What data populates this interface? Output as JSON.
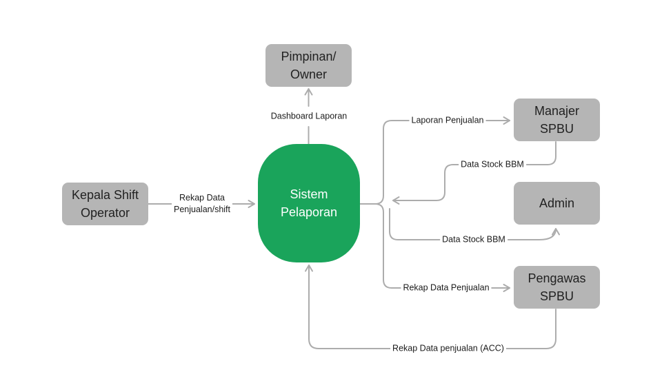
{
  "diagram": {
    "title_hint": "Sistem Pelaporan data flow diagram",
    "colors": {
      "background": "#ffffff",
      "node_fill": "#b5b5b5",
      "node_text": "#212121",
      "system_fill": "#1aa45b",
      "system_text": "#ffffff",
      "connector": "#acacac",
      "edge_label_text": "#1a1a1a"
    },
    "system": {
      "label": "Sistem\nPelaporan"
    },
    "nodes": [
      {
        "id": "kepala-shift-operator",
        "label": "Kepala Shift\nOperator"
      },
      {
        "id": "pimpinan-owner",
        "label": "Pimpinan/\nOwner"
      },
      {
        "id": "manajer-spbu",
        "label": "Manajer\nSPBU"
      },
      {
        "id": "admin",
        "label": "Admin"
      },
      {
        "id": "pengawas-spbu",
        "label": "Pengawas\nSPBU"
      }
    ],
    "edges": [
      {
        "id": "rekap-data-penjualan-shift",
        "label": "Rekap Data\nPenjualan/shift",
        "from": "Kepala Shift Operator",
        "to": "Sistem Pelaporan"
      },
      {
        "id": "dashboard-laporan",
        "label": "Dashboard Laporan",
        "from": "Sistem Pelaporan",
        "to": "Pimpinan/Owner"
      },
      {
        "id": "laporan-penjualan",
        "label": "Laporan Penjualan",
        "from": "Sistem Pelaporan",
        "to": "Manajer SPBU"
      },
      {
        "id": "data-stock-bbm-manajer",
        "label": "Data Stock BBM",
        "from": "Manajer SPBU",
        "to": "Sistem Pelaporan"
      },
      {
        "id": "data-stock-bbm-admin",
        "label": "Data Stock BBM",
        "from": "Sistem Pelaporan",
        "to": "Admin"
      },
      {
        "id": "rekap-data-penjualan",
        "label": "Rekap Data Penjualan",
        "from": "Sistem Pelaporan",
        "to": "Pengawas SPBU"
      },
      {
        "id": "rekap-data-penjualan-acc",
        "label": "Rekap Data penjualan (ACC)",
        "from": "Pengawas SPBU",
        "to": "Sistem Pelaporan"
      }
    ]
  }
}
